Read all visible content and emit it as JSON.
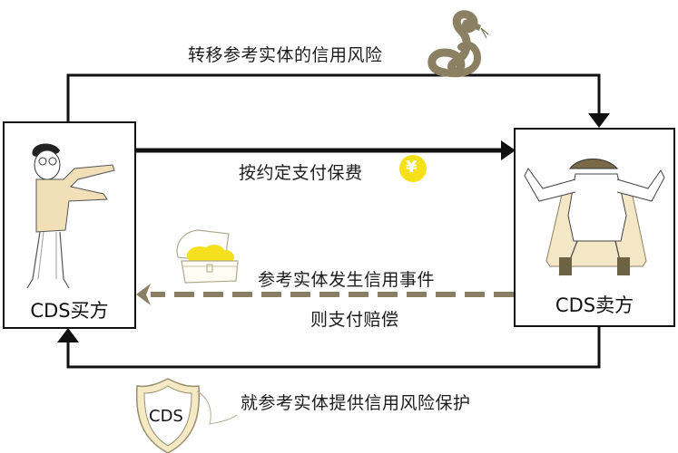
{
  "diagram": {
    "type": "cds-flow-diagram",
    "nodes": {
      "buyer": {
        "label": "CDS买方",
        "illustration": "man-in-glasses-reaching"
      },
      "seller": {
        "label": "CDS卖方",
        "illustration": "warrior-with-straw-hat-and-cape"
      }
    },
    "flows": [
      {
        "id": "transfer-risk",
        "from": "buyer",
        "to": "seller",
        "label": "转移参考实体的信用风险",
        "icon": "snake-icon",
        "style": "solid"
      },
      {
        "id": "pay-premium",
        "from": "buyer",
        "to": "seller",
        "label": "按约定支付保费",
        "icon": "yen-coin-icon",
        "style": "solid-bold"
      },
      {
        "id": "pay-compensation",
        "from": "seller",
        "to": "buyer",
        "label_line1": "参考实体发生信用事件",
        "label_line2": "则支付赔偿",
        "icon": "treasure-chest-icon",
        "style": "dashed"
      },
      {
        "id": "provide-protection",
        "from": "seller",
        "to": "buyer",
        "label": "就参考实体提供信用风险保护",
        "icon": "cds-shield-icon",
        "style": "solid"
      }
    ],
    "shield_text": "CDS",
    "yen_symbol": "¥",
    "colors": {
      "line": "#111111",
      "dashed_arrow": "#8a7f64",
      "snake": "#8c8062",
      "coin": "#f5e11a",
      "gold": "#f4e01c",
      "shirt": "#f1dfb8",
      "cape": "#f4e7c6"
    }
  }
}
